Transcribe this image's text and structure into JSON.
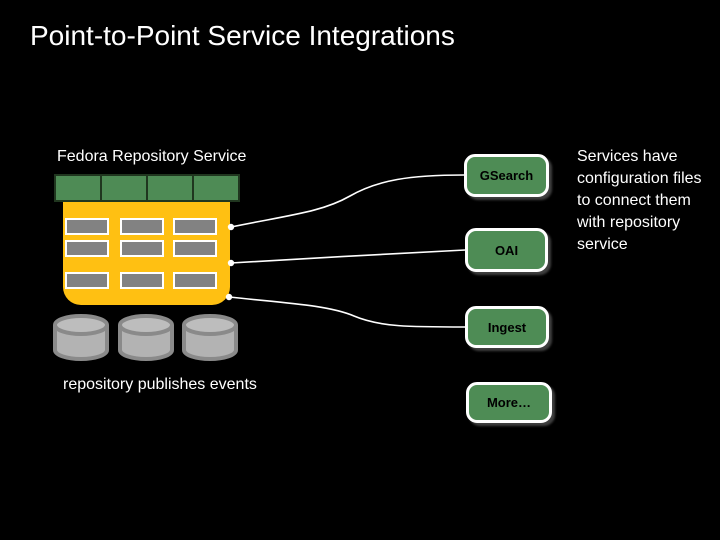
{
  "slide": {
    "title": "Point-to-Point Service Integrations",
    "repository": {
      "label": "Fedora Repository Service",
      "caption": "repository publishes events"
    },
    "services": [
      {
        "label": "GSearch"
      },
      {
        "label": "OAI"
      },
      {
        "label": "Ingest"
      },
      {
        "label": "More…"
      }
    ],
    "note": {
      "lines": [
        "Services have",
        "configuration files",
        "to connect them",
        "with repository",
        "service"
      ]
    },
    "colors": {
      "background": "#000000",
      "text": "#FFFFFF",
      "table_yellow": "#FFC012",
      "header_green": "#4E8B55",
      "header_border": "#20361F",
      "cell_gray": "#828282",
      "cell_border": "#FFFFFF",
      "cylinder_fill": "#B3B3B3",
      "cylinder_top": "#BDBDBD",
      "cylinder_outline": "#8A8A8A",
      "service_green": "#4E8C55",
      "service_border": "#FFFFFF",
      "service_text": "#000000",
      "connector": "#FFFFFF"
    }
  }
}
